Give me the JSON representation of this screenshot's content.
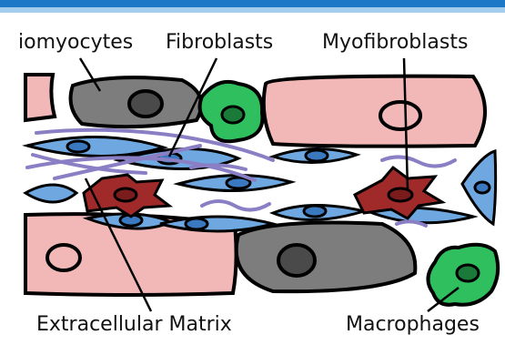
{
  "labels": {
    "cardiomyocytes": "iomyocytes",
    "fibroblasts": "Fibroblasts",
    "myofibroblasts": "Myofibroblasts",
    "extracellular_matrix": "Extracellular Matrix",
    "macrophages": "Macrophages"
  },
  "colors": {
    "header_bar": "#1e78c8",
    "cardiomyocyte_fill": "#f2b8b8",
    "gray_cell_fill": "#7d7d7d",
    "fibroblast_fill": "#6fa8e0",
    "myofibroblast_fill": "#a02a2a",
    "macrophage_fill": "#2fbf5f",
    "matrix_fiber": "#8a7fc4"
  }
}
